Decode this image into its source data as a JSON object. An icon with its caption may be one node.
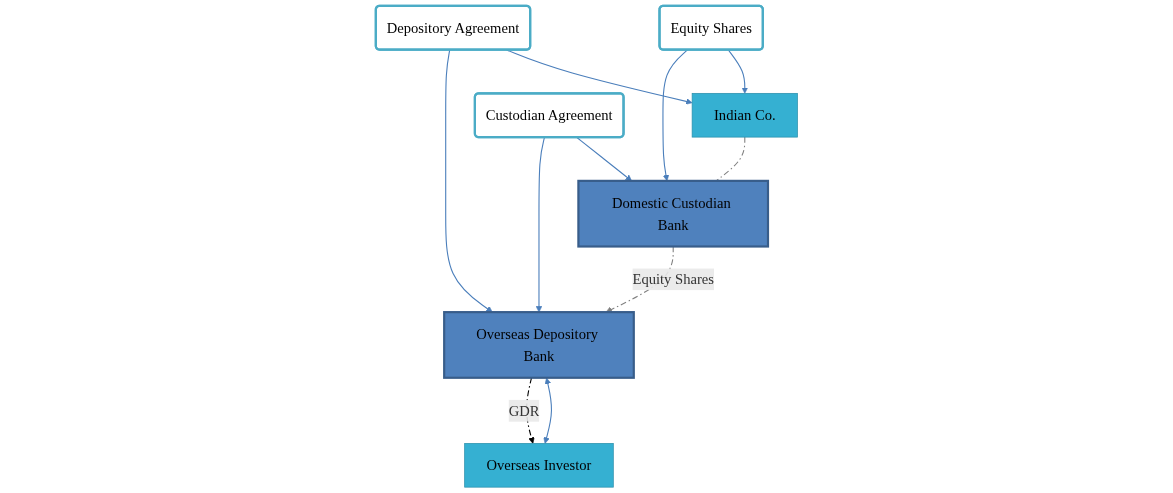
{
  "diagram": {
    "nodes": [
      {
        "text": [
          "Indian Co."
        ]
      },
      {
        "text": [
          "Equity Shares"
        ]
      },
      {
        "text": [
          "Domestic Custodian Bank"
        ]
      },
      {
        "text": [
          "Depository Agreement"
        ]
      },
      {
        "text": [
          "Custodian Agreement"
        ]
      },
      {
        "text": [
          "Overseas Depository Bank"
        ]
      },
      {
        "text": [
          "Overseas Investor"
        ]
      }
    ],
    "edges": [
      {
        "from": 1,
        "to": 0,
        "arrow": "to"
      },
      {
        "from": 1,
        "to": 2,
        "arrow": "to"
      },
      {
        "from": 3,
        "to": 0,
        "arrow": "to"
      },
      {
        "from": 3,
        "to": 5,
        "arrow": "to"
      },
      {
        "from": 4,
        "to": 2,
        "arrow": "to"
      },
      {
        "from": 4,
        "to": 5,
        "arrow": "to"
      },
      {
        "from": 5,
        "to": 6,
        "arrow": "both"
      },
      {
        "from": 0,
        "to": 2,
        "arrow": "none",
        "style": "dashed",
        "color": "#808080"
      },
      {
        "from": 2,
        "to": 5,
        "label": "Equity Shares",
        "arrow": "to",
        "style": "dashed",
        "color": "#808080"
      },
      {
        "from": 5,
        "to": 6,
        "label": "GDR",
        "arrow": "to",
        "style": "dashed",
        "color": "#000000"
      }
    ]
  }
}
